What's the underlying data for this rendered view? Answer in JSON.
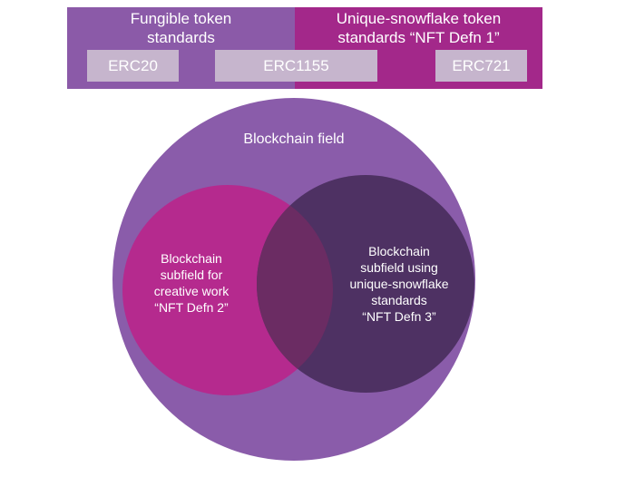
{
  "colors": {
    "fungible": "#8b5aa8",
    "unique": "#a3288a",
    "token_box": "#c6b5cd",
    "field": "#8a5caa",
    "creative": "#b52a8e",
    "snowflake": "#4e3163",
    "overlap": "#6b2c63"
  },
  "top_panel": {
    "fungible_title": [
      "Fungible token",
      "standards"
    ],
    "unique_title": [
      "Unique-snowflake token",
      "standards “NFT Defn 1”"
    ],
    "tokens": {
      "erc20": "ERC20",
      "erc1155": "ERC1155",
      "erc721": "ERC721"
    }
  },
  "venn": {
    "field_label": "Blockchain field",
    "creative_label": [
      "Blockchain",
      "subfield for",
      "creative work",
      "“NFT Defn 2”"
    ],
    "snowflake_label": [
      "Blockchain",
      "subfield using",
      "unique-snowflake",
      "standards",
      "“NFT Defn 3”"
    ]
  }
}
